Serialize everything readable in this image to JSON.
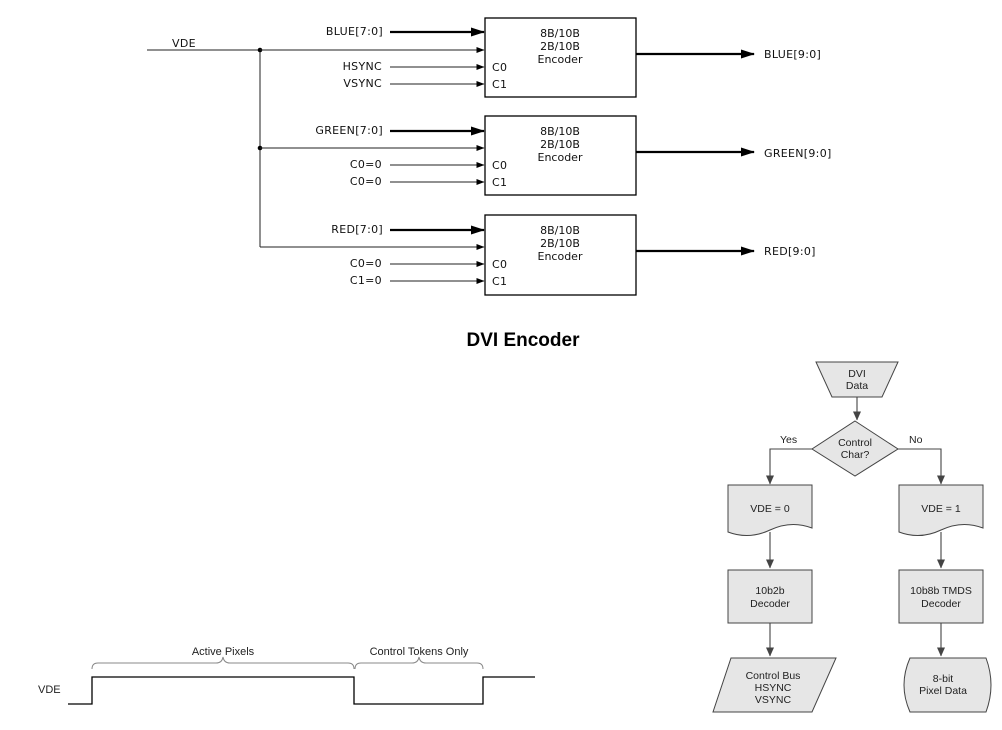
{
  "encoder_diagram": {
    "title": "DVI Encoder",
    "vde_label": "VDE",
    "encoders": [
      {
        "data_input": "BLUE[7:0]",
        "box_lines": [
          "8B/10B",
          "2B/10B",
          "Encoder"
        ],
        "c0_input": "HSYNC",
        "c1_input": "VSYNC",
        "c0_port": "C0",
        "c1_port": "C1",
        "output": "BLUE[9:0]"
      },
      {
        "data_input": "GREEN[7:0]",
        "box_lines": [
          "8B/10B",
          "2B/10B",
          "Encoder"
        ],
        "c0_input": "C0=0",
        "c1_input": "C0=0",
        "c0_port": "C0",
        "c1_port": "C1",
        "output": "GREEN[9:0]"
      },
      {
        "data_input": "RED[7:0]",
        "box_lines": [
          "8B/10B",
          "2B/10B",
          "Encoder"
        ],
        "c0_input": "C0=0",
        "c1_input": "C1=0",
        "c0_port": "C0",
        "c1_port": "C1",
        "output": "RED[9:0]"
      }
    ]
  },
  "timing_diagram": {
    "signal_label": "VDE",
    "active_label": "Active Pixels",
    "control_label": "Control Tokens Only"
  },
  "flowchart": {
    "start": [
      "DVI",
      "Data"
    ],
    "decision": [
      "Control",
      "Char?"
    ],
    "yes_label": "Yes",
    "no_label": "No",
    "left_state": "VDE = 0",
    "right_state": "VDE = 1",
    "left_decoder": [
      "10b2b",
      "Decoder"
    ],
    "right_decoder": [
      "10b8b TMDS",
      "Decoder"
    ],
    "left_output": [
      "Control Bus",
      "HSYNC",
      "VSYNC"
    ],
    "right_output": [
      "8-bit",
      "Pixel Data"
    ],
    "fill_color": "#e6e6e6"
  }
}
